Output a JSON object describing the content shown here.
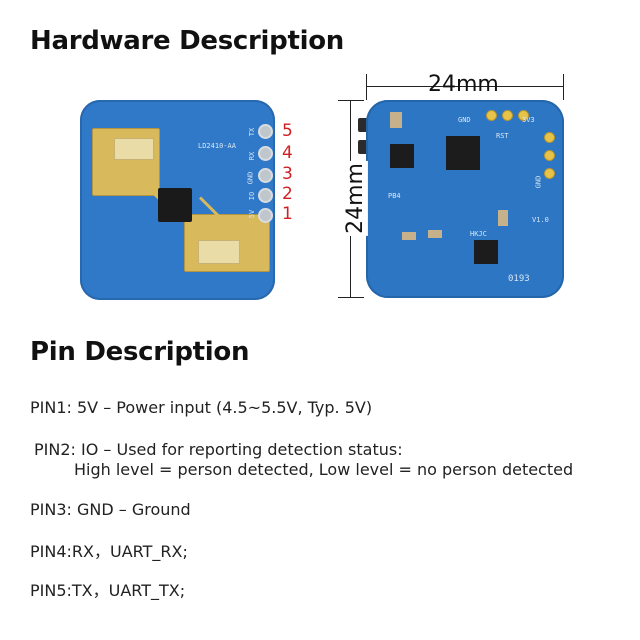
{
  "headings": {
    "hardware": "Hardware Description",
    "pins": "Pin Description"
  },
  "board_front": {
    "model_label": "LD2410-AA",
    "pin_labels": [
      "TX",
      "RX",
      "GND",
      "IO",
      "5V"
    ],
    "pin_numbers": [
      "5",
      "4",
      "3",
      "2",
      "1"
    ]
  },
  "board_back": {
    "width_label": "24mm",
    "height_label": "24mm",
    "silk_marks": [
      "GND",
      "3V3",
      "RST",
      "PB4",
      "HKJC",
      "V1.0",
      "0193",
      "GND"
    ]
  },
  "pins": [
    {
      "line1": "PIN1: 5V – Power input (4.5~5.5V, Typ. 5V)"
    },
    {
      "line1": "PIN2: IO – Used for reporting detection status:",
      "line2": "High level = person detected, Low level = no person detected"
    },
    {
      "line1": "PIN3: GND – Ground"
    },
    {
      "line1": "PIN4:RX，UART_RX;"
    },
    {
      "line1": "PIN5:TX，UART_TX;"
    }
  ],
  "colors": {
    "pcb": "#2f79c8",
    "antenna": "#d8b95c",
    "pin_number": "#d02020"
  }
}
